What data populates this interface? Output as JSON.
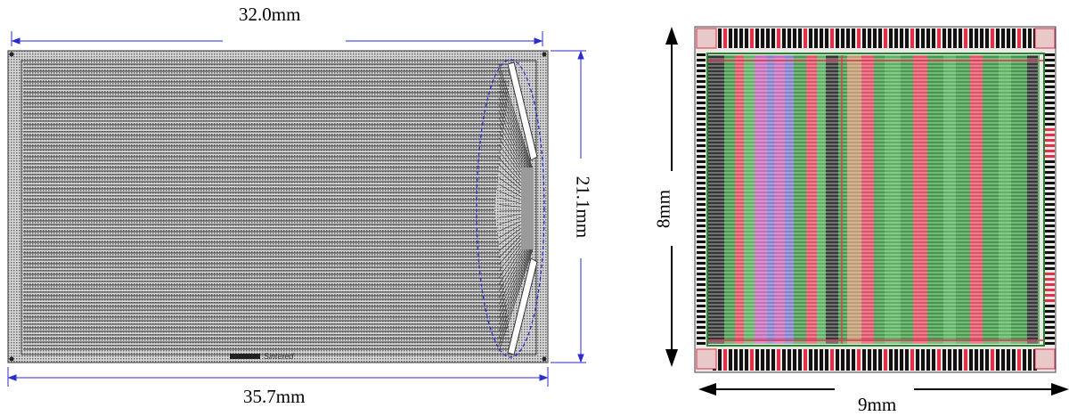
{
  "left_figure": {
    "top_dimension": "32.0mm",
    "bottom_dimension": "35.7mm",
    "right_dimension": "21.1mm",
    "logo_text": "Sintered",
    "dimension_line_color": "#2b2bd0"
  },
  "right_figure": {
    "height_dimension": "8mm",
    "width_dimension": "9mm",
    "arrow_color": "#000000",
    "colors": {
      "red": "#e0304a",
      "green": "#1f8a2a",
      "lightgreen": "#3aa845",
      "magenta": "#c050b0",
      "blue": "#6a6ac8",
      "black": "#111111",
      "tan": "#b88a55"
    }
  }
}
